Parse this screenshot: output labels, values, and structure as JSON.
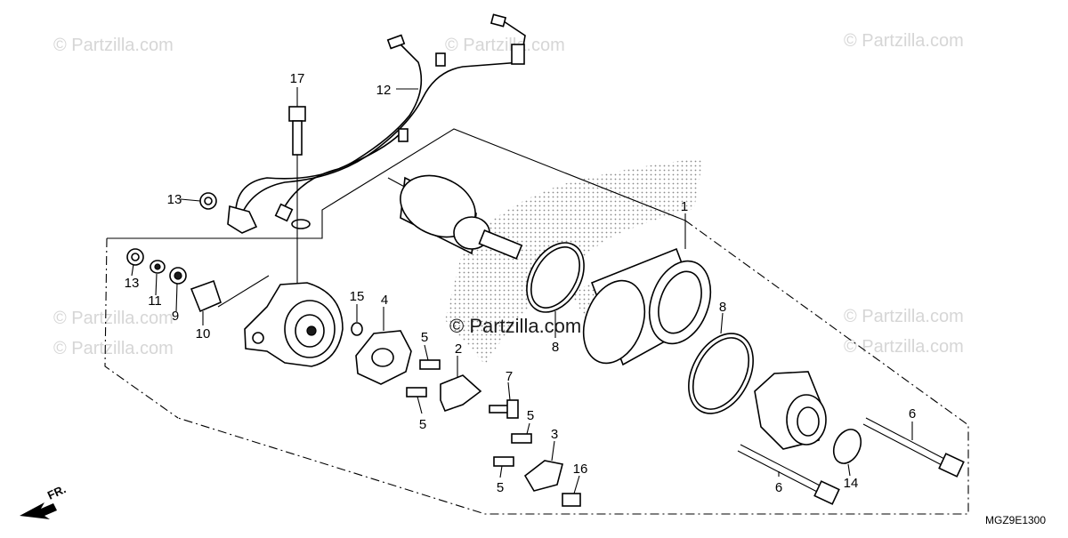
{
  "diagram": {
    "watermarks": [
      "© Partzilla.com",
      "© Partzilla.com",
      "© Partzilla.com",
      "© Partzilla.com",
      "© Partzilla.com",
      "© Partzilla.com",
      "© Partzilla.com"
    ],
    "center_watermark": "© Partzilla.com",
    "diagram_code": "MGZ9E1300",
    "direction_label": "FR.",
    "callouts": {
      "p1": "1",
      "p2": "2",
      "p3": "3",
      "p4": "4",
      "p5a": "5",
      "p5b": "5",
      "p5c": "5",
      "p5d": "5",
      "p6a": "6",
      "p6b": "6",
      "p7": "7",
      "p8a": "8",
      "p8b": "8",
      "p9": "9",
      "p10": "10",
      "p11": "11",
      "p12": "12",
      "p13a": "13",
      "p13b": "13",
      "p14": "14",
      "p15": "15",
      "p16": "16",
      "p17": "17"
    }
  }
}
